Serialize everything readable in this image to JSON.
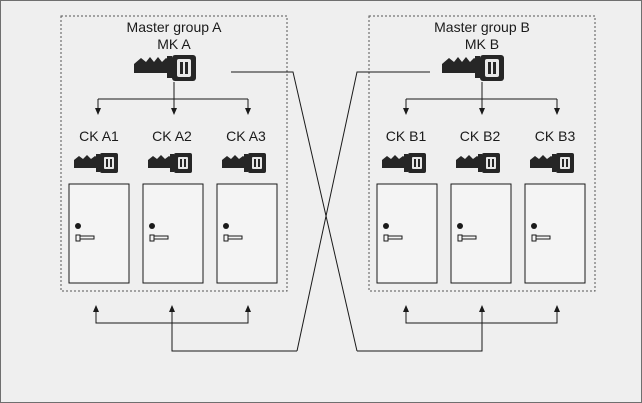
{
  "groups": [
    {
      "title": "Master group A",
      "master_key": "MK  A",
      "change_keys": [
        "CK  A1",
        "CK  A2",
        "CK  A3"
      ]
    },
    {
      "title": "Master group B",
      "master_key": "MK  B",
      "change_keys": [
        "CK  B1",
        "CK  B2",
        "CK  B3"
      ]
    }
  ],
  "colors": {
    "background": "#efefef",
    "line": "#1a1a1a",
    "key": "#262626",
    "dashed_border": "#555555"
  },
  "icons": {
    "master_key": "key-icon",
    "change_key": "key-icon",
    "door": "door-icon"
  }
}
